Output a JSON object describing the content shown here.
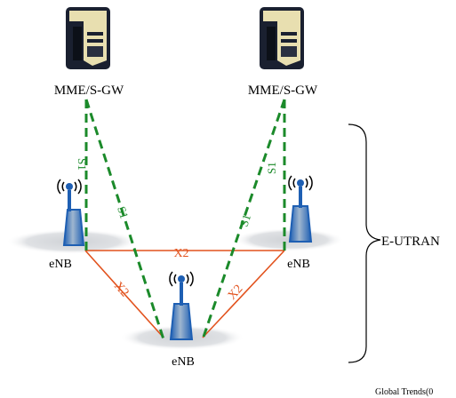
{
  "nodes": {
    "mme_left": {
      "label": "MME/S-GW"
    },
    "mme_right": {
      "label": "MME/S-GW"
    },
    "enb_left": {
      "label": "eNB"
    },
    "enb_right": {
      "label": "eNB"
    },
    "enb_bottom": {
      "label": "eNB"
    }
  },
  "interfaces": {
    "s1_label": "S1",
    "x2_label": "X2"
  },
  "group": {
    "label": "E-UTRAN"
  },
  "footer": {
    "text": "Global Trends(0"
  },
  "colors": {
    "s1_line": "#1b8a2a",
    "s1_text": "#1b8a2a",
    "x2_line": "#e2521d",
    "x2_text": "#e2521d",
    "antenna_blue": "#1e5fb3",
    "server_dark": "#1a2030",
    "server_cream": "#e8dfb0"
  }
}
